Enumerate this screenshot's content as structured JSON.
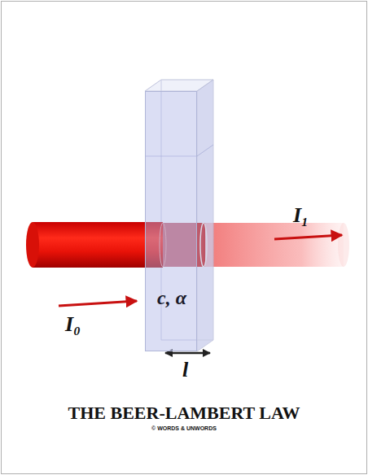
{
  "diagram": {
    "title": "THE BEER-LAMBERT LAW",
    "nodes": [
      {
        "text": [
          "c, α"
        ]
      }
    ],
    "labels": [
      "I₀",
      "I₁",
      "l",
      "© WORDS & UNWORDS"
    ]
  }
}
